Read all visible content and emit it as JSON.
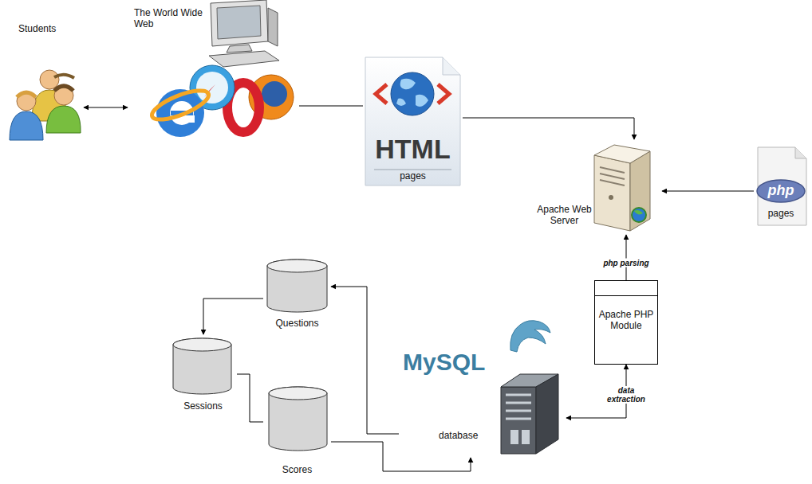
{
  "diagram": {
    "nodes": [
      {
        "text": [
          "Students"
        ]
      },
      {
        "text": [
          "The World Wide Web"
        ]
      },
      {
        "text": [
          "HTML",
          "pages"
        ]
      },
      {
        "text": [
          "Apache Web Server"
        ]
      },
      {
        "text": [
          "php",
          "pages"
        ]
      },
      {
        "text": [
          "Apache PHP Module"
        ]
      },
      {
        "text": [
          "MySQL",
          "database"
        ]
      },
      {
        "text": [
          "Questions"
        ]
      },
      {
        "text": [
          "Sessions"
        ]
      },
      {
        "text": [
          "Scores"
        ]
      }
    ],
    "edges": [
      {
        "from": 0,
        "to": 1,
        "arrow": "both"
      },
      {
        "from": 1,
        "to": 2,
        "arrow": "none"
      },
      {
        "from": 2,
        "to": 3,
        "arrow": "to"
      },
      {
        "from": 4,
        "to": 3,
        "arrow": "to"
      },
      {
        "from": 5,
        "to": 3,
        "label": "php parsing",
        "arrow": "to"
      },
      {
        "from": 6,
        "to": 5,
        "label": "data extraction",
        "arrow": "both"
      },
      {
        "from": 6,
        "to": 7,
        "arrow": "to"
      },
      {
        "from": 7,
        "to": 8,
        "arrow": "to"
      },
      {
        "from": 8,
        "to": 9,
        "arrow": "none"
      },
      {
        "from": 9,
        "to": 6,
        "arrow": "to"
      }
    ]
  }
}
